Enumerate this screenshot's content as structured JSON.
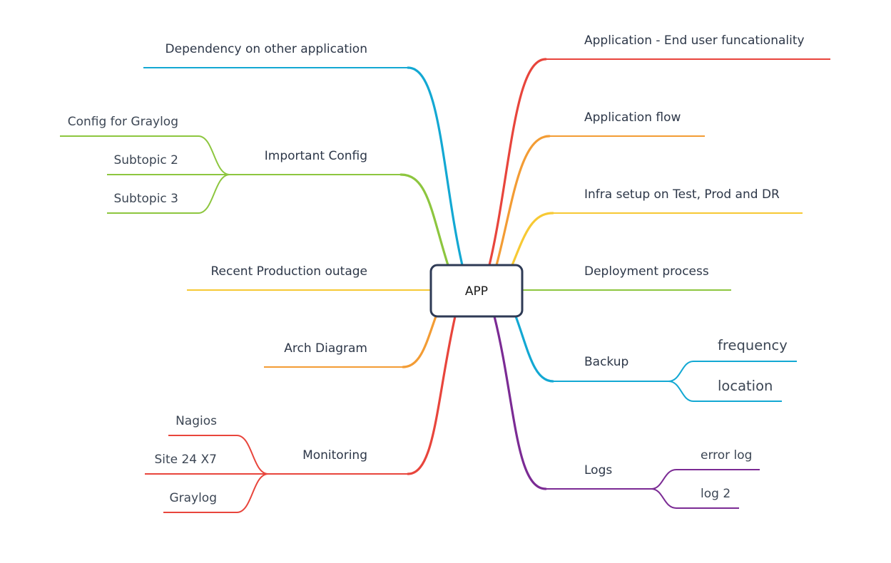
{
  "center": {
    "label": "APP"
  },
  "colors": {
    "red": "#e8453c",
    "orange": "#f39c34",
    "yellow": "#f7c934",
    "green": "#8dc63f",
    "blue": "#13a8d3",
    "purple": "#7b2b94",
    "center_border": "#2e3a55"
  },
  "right_branches": [
    {
      "label": "Application - End user funcationality",
      "color": "red"
    },
    {
      "label": "Application flow",
      "color": "orange"
    },
    {
      "label": "Infra setup on Test, Prod and DR",
      "color": "yellow"
    },
    {
      "label": "Deployment process",
      "color": "green"
    },
    {
      "label": "Backup",
      "color": "blue",
      "children": [
        "frequency",
        "location"
      ]
    },
    {
      "label": "Logs",
      "color": "purple",
      "children": [
        "error log",
        "log 2"
      ]
    }
  ],
  "left_branches": [
    {
      "label": "Dependency on other application",
      "color": "blue"
    },
    {
      "label": "Important Config",
      "color": "green",
      "children": [
        "Config for Graylog",
        "Subtopic 2",
        "Subtopic 3"
      ]
    },
    {
      "label": "Recent Production outage",
      "color": "yellow"
    },
    {
      "label": "Arch Diagram",
      "color": "orange"
    },
    {
      "label": "Monitoring",
      "color": "red",
      "children": [
        "Nagios",
        "Site 24 X7",
        "Graylog"
      ]
    }
  ]
}
